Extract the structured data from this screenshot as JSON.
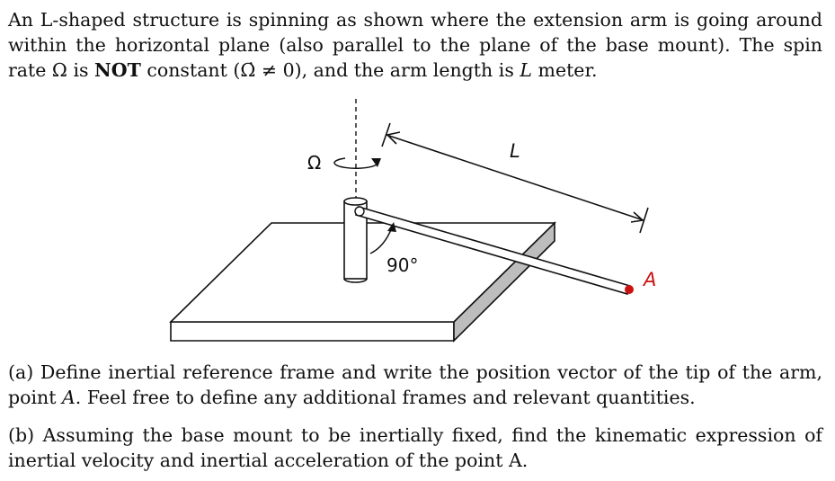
{
  "problem": {
    "intro_a": "An L-shaped structure is spinning as shown where the extension arm is going around within the horizontal plane (also parallel to the plane of the base mount). The spin rate ",
    "omega_symbol": "Ω",
    "intro_b": " is ",
    "not_text": "NOT",
    "intro_c": " constant (",
    "omega_dot_expr": "Ω̇ ≠ 0",
    "intro_d": "), and the arm length is ",
    "length_symbol": "L",
    "intro_e": " meter."
  },
  "figure": {
    "omega_label": "Ω",
    "length_label": "L",
    "angle_label": "90°",
    "point_label": "A",
    "point_color": "#cc1111"
  },
  "question_a": {
    "prefix": "(a) Define inertial reference frame and write the position vector of the tip of the arm, point ",
    "point": "A",
    "suffix": ". Feel free to define any additional frames and relevant quantities."
  },
  "question_b": {
    "text": "(b) Assuming the base mount to be inertially fixed, find the kinematic expression of inertial velocity and inertial acceleration of the point A."
  }
}
